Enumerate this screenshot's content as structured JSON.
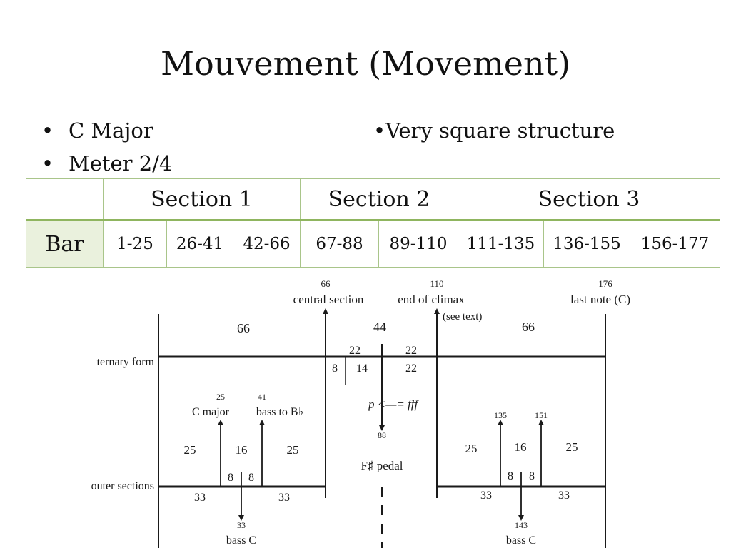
{
  "title": "Mouvement (Movement)",
  "bullets": [
    "C Major",
    "Meter 2/4"
  ],
  "right_bullet": "•Very square structure",
  "table": {
    "sections": [
      "Section 1",
      "Section 2",
      "Section 3"
    ],
    "row_label": "Bar",
    "bars": [
      "1-25",
      "26-41",
      "42-66",
      "67-88",
      "89-110",
      "111-135",
      "136-155",
      "156-177"
    ]
  },
  "diagram": {
    "top": {
      "n66": "66",
      "central_section": "central section",
      "n110": "110",
      "end_of_climax": "end of climax",
      "see_text": "(see text)",
      "n176": "176",
      "last_note": "last note (C)"
    },
    "ternary_form": "ternary form",
    "outer_sections": "outer sections",
    "spans": {
      "left_66": "66",
      "mid_44": "44",
      "right_66": "66"
    },
    "central": {
      "n22a": "22",
      "n22b": "22",
      "n8": "8",
      "n14": "14",
      "n22c": "22",
      "dyn": "p <—= fff",
      "n88": "88",
      "pedal": "F♯ pedal"
    },
    "left": {
      "n25a": "25",
      "c_major": "C major",
      "n41": "41",
      "bass_to_bb": "bass to B♭",
      "n25": "25",
      "n16": "16",
      "n25b": "25",
      "n8a": "8",
      "n8b": "8",
      "n33a": "33",
      "n33b": "33",
      "n33c": "33",
      "bass_c": "bass C"
    },
    "right": {
      "n135": "135",
      "n151": "151",
      "n25": "25",
      "n16": "16",
      "n25b": "25",
      "n8a": "8",
      "n8b": "8",
      "n33a": "33",
      "n33b": "33",
      "n143": "143",
      "bass_c": "bass C"
    }
  }
}
